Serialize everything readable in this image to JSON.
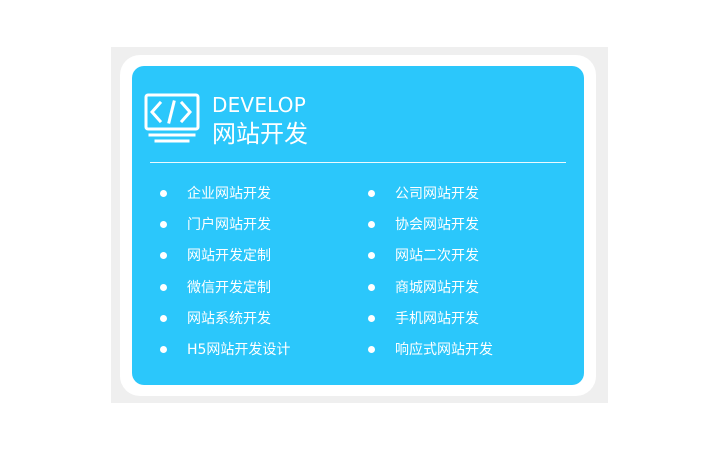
{
  "panel": {
    "title_en": "DEVELOP",
    "title_cn": "网站开发",
    "icon": "code-window-icon",
    "accent_color": "#2bc7fb"
  },
  "items": [
    "企业网站开发",
    "公司网站开发",
    "门户网站开发",
    "协会网站开发",
    "网站开发定制",
    "网站二次开发",
    "微信开发定制",
    "商城网站开发",
    "网站系统开发",
    "手机网站开发",
    "H5网站开发设计",
    "响应式网站开发"
  ]
}
